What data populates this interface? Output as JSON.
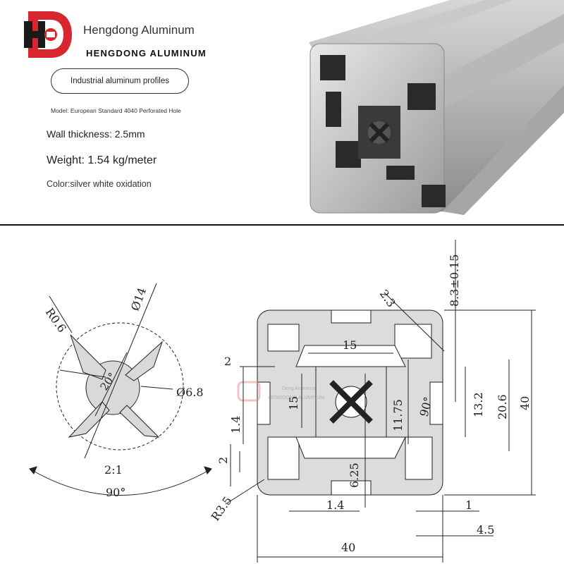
{
  "header": {
    "brand_name": "Hengdong Aluminum",
    "brand_caps": "HENGDONG ALUMINUM",
    "product_pill": "Industrial aluminum profiles",
    "model": "Model: European Standard 4040 Perforated Hole",
    "wall_thickness": "Wall thickness: 2.5mm",
    "weight": "Weight: 1.54 kg/meter",
    "color": "Color:silver white oxidation"
  },
  "colors": {
    "logo_red": "#d7262e",
    "logo_dark": "#1a1a1a",
    "line": "#222222",
    "profile_fill": "#dcdcdc"
  },
  "detail": {
    "r": "R0.6",
    "dia14": "Ø14",
    "angle20": "20°",
    "dia68": "Ø6.8",
    "scale": "2:1",
    "angle90": "90°"
  },
  "profile": {
    "top_slot": "2.3",
    "tol": "8.3±0.15",
    "w15": "15",
    "left2": "2",
    "v15": "15",
    "v14": "1.4",
    "v1175": "11.75",
    "a90": "90°",
    "v132": "13.2",
    "v206": "20.6",
    "v40": "40",
    "left2b": "2",
    "v625": "6.25",
    "r35": "R3.5",
    "b14": "1.4",
    "b1": "1",
    "b45": "4.5",
    "b40": "40"
  },
  "watermark": {
    "main": "Dong Aluminum",
    "sub": "HENGDONG ALUMINUM"
  }
}
